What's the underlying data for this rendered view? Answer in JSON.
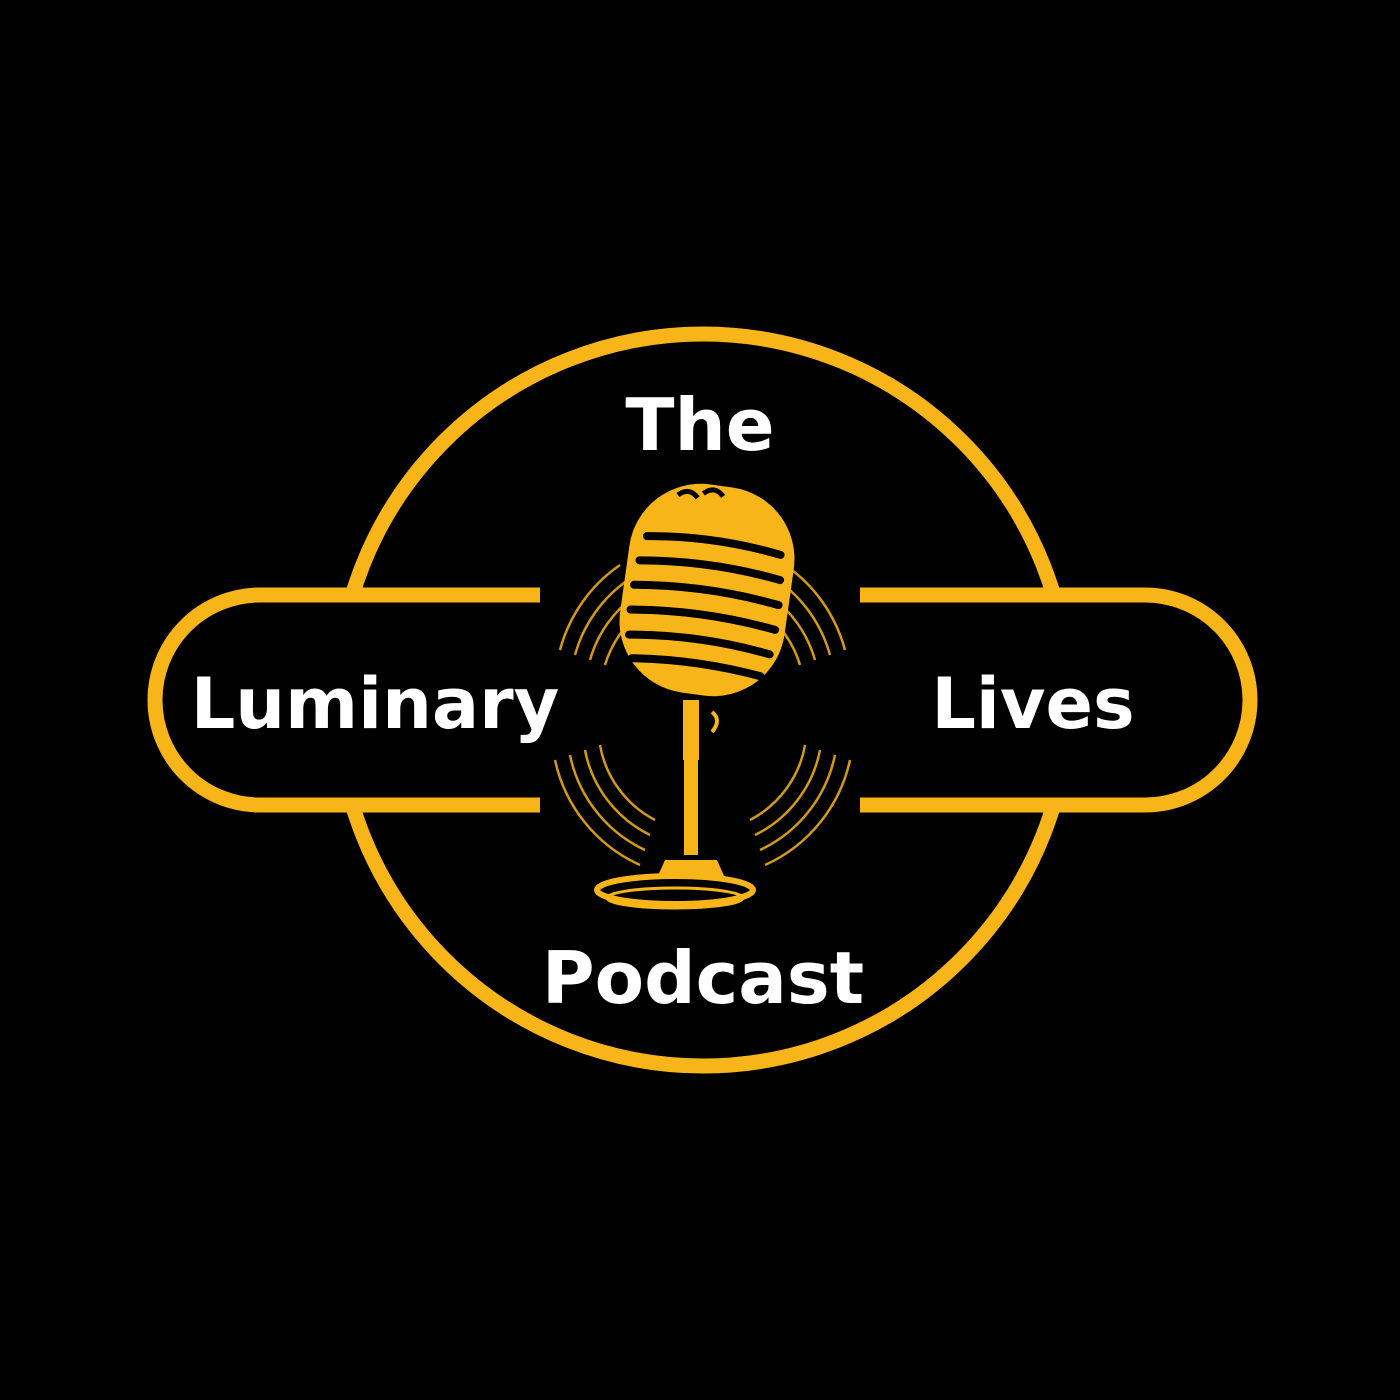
{
  "logo": {
    "title_top": "The",
    "title_left": "Luminary",
    "title_right": "Lives",
    "title_bottom": "Podcast"
  },
  "colors": {
    "background": "#000000",
    "accent": "#f7b519",
    "text": "#ffffff"
  },
  "icons": {
    "center": "microphone-icon",
    "sound_waves": "sound-wave-icon"
  }
}
